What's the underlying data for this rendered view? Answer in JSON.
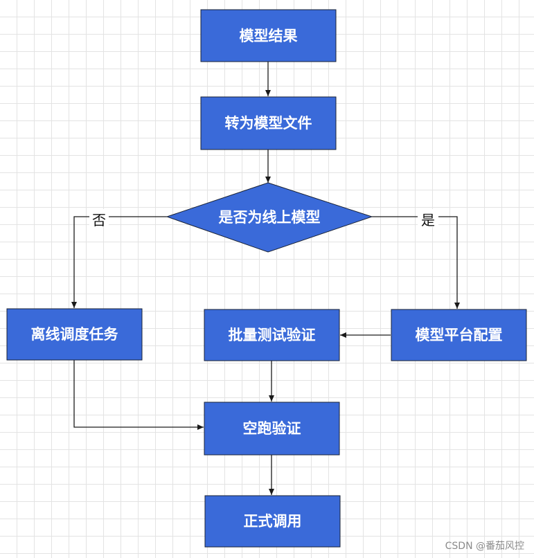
{
  "nodes": {
    "model_result": "模型结果",
    "convert_to_model_file": "转为模型文件",
    "is_online_model": "是否为线上模型",
    "offline_schedule_task": "离线调度任务",
    "batch_test_verify": "批量测试验证",
    "model_platform_config": "模型平台配置",
    "dry_run_verify": "空跑验证",
    "formal_invocation": "正式调用"
  },
  "edges": {
    "no_label": "否",
    "yes_label": "是"
  },
  "watermark": "CSDN @番茄风控",
  "colors": {
    "node_fill": "#3a6ad9",
    "node_text": "#ffffff",
    "grid": "#e3e3e3",
    "edge": "#1a1a1a"
  }
}
